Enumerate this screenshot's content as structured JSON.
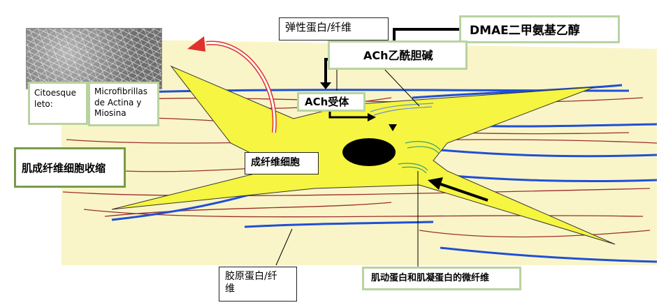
{
  "colors": {
    "background_panel": "#f9f5c8",
    "cell_fill": "#f5f542",
    "nucleus": "#000000",
    "elastic_fiber": "#1f4fd6",
    "collagen_fiber": "#9b2d2d",
    "label_border": "#b9d3a0",
    "rotation_arrow": "#e03030"
  },
  "images": {
    "cytoskeleton_photo": "fibrous-micrograph"
  },
  "labels": {
    "elastic_fiber": "弹性蛋白/纤维",
    "dmae": "DMAE二甲氨基乙醇",
    "ach": "ACh乙酰胆碱",
    "ach_receptor": "ACh受体",
    "cytoskeleton_line1": "Citoesque",
    "cytoskeleton_line2": "leto:",
    "microfibrils_line1": "Microfibrillas",
    "microfibrils_line2": "de Actina y",
    "microfibrils_line3": "Miosina",
    "myofibroblast_contraction": "肌成纤维细胞收缩",
    "fibroblast": "成纤维细胞",
    "collagen_line1": "胶原蛋白/纤",
    "collagen_line2": "维",
    "actin_myosin_microfibers": "肌动蛋白和肌凝蛋白的微纤维"
  }
}
